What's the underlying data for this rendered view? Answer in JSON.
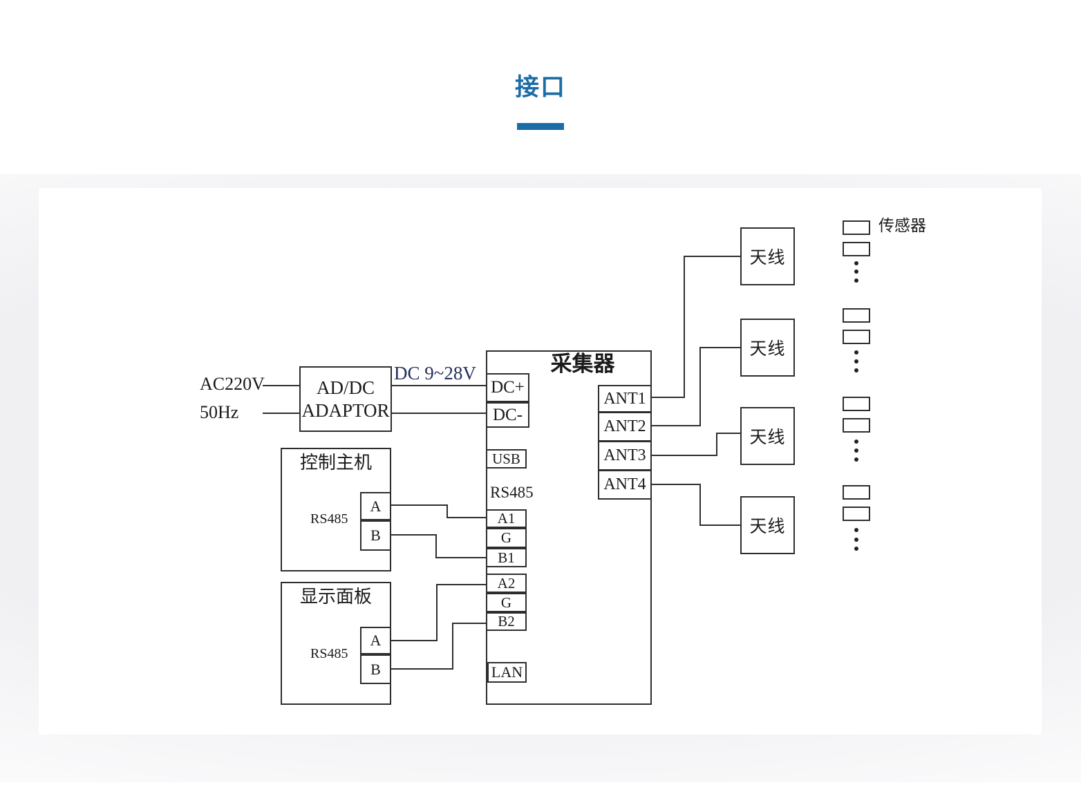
{
  "header": {
    "title": "接口"
  },
  "colors": {
    "accent_blue": "#1c6ca6",
    "diagram_line": "#2d2d2d",
    "dc_label_ink": "#232f5e"
  },
  "diagram": {
    "power_input": {
      "line1": "AC220V",
      "line2": "50Hz"
    },
    "adaptor": {
      "line1": "AD/DC",
      "line2": "ADAPTOR"
    },
    "dc_output_label": "DC 9~28V",
    "collector": {
      "title": "采集器",
      "bus_label": "RS485",
      "ports": {
        "dc_plus": "DC+",
        "dc_minus": "DC-",
        "usb": "USB",
        "a1": "A1",
        "g1": "G",
        "b1": "B1",
        "a2": "A2",
        "g2": "G",
        "b2": "B2",
        "lan": "LAN"
      },
      "ant_ports": {
        "ant1": "ANT1",
        "ant2": "ANT2",
        "ant3": "ANT3",
        "ant4": "ANT4"
      }
    },
    "control_host": {
      "title": "控制主机",
      "bus_label": "RS485",
      "port_a": "A",
      "port_b": "B"
    },
    "display_panel": {
      "title": "显示面板",
      "bus_label": "RS485",
      "port_a": "A",
      "port_b": "B"
    },
    "antenna_label": "天线",
    "sensor_label": "传感器"
  }
}
